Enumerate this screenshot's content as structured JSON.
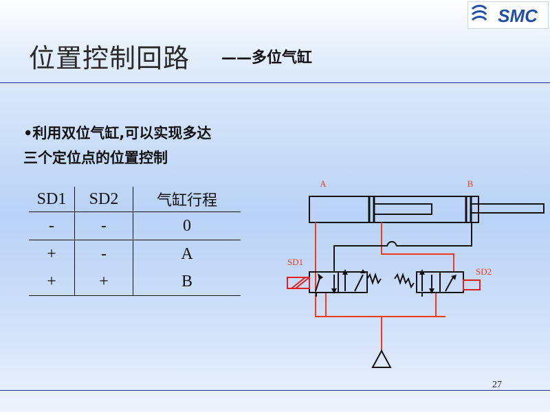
{
  "logo": {
    "text": "SMC"
  },
  "title": "位置控制回路",
  "subtitle": "——多位气缸",
  "bullets": [
    "•利用双位气缸,可以实现多达",
    "三个定位点的位置控制"
  ],
  "table": {
    "headers": [
      "SD1",
      "SD2",
      "气缸行程"
    ],
    "rows": [
      [
        "-",
        "-",
        "0"
      ],
      [
        "+",
        "-",
        "A"
      ],
      [
        "+",
        "+",
        "B"
      ]
    ]
  },
  "diagram": {
    "port_a": "A",
    "port_b": "B",
    "solenoid_left": "SD1",
    "solenoid_right": "SD2"
  },
  "page_number": "27",
  "colors": {
    "pipe": "#ee3b1e",
    "solenoid": "#e41e1e",
    "line": "#111111",
    "rule": "#1d2a9c",
    "logo_blue": "#1f4fa8"
  }
}
